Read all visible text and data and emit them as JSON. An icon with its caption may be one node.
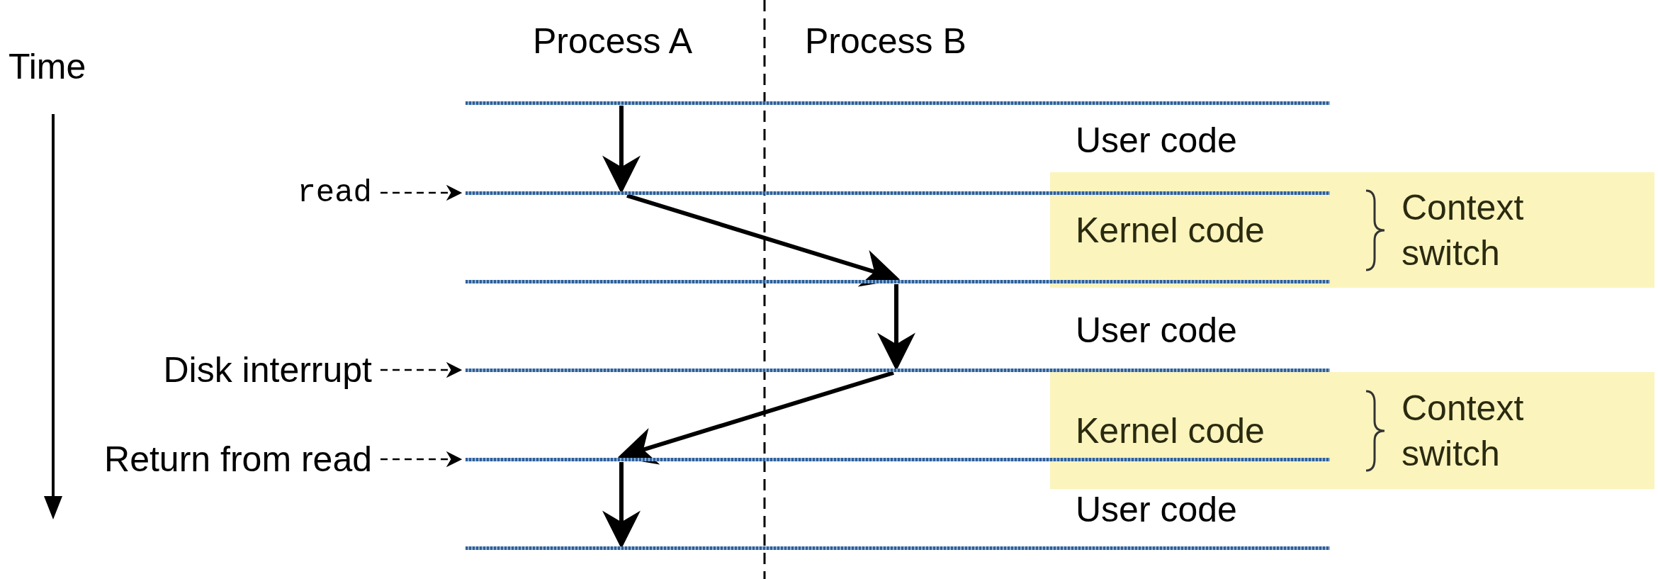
{
  "diagram": {
    "nodes": [
      {
        "text": [],
        "shape": "line"
      },
      {
        "text": [
          "read"
        ]
      },
      {
        "text": [],
        "shape": "line"
      },
      {
        "text": [
          "Kernel code",
          "Context switch"
        ]
      },
      {
        "text": [],
        "shape": "line"
      },
      {
        "text": [
          "Disk interrupt"
        ]
      },
      {
        "text": [],
        "shape": "line"
      },
      {
        "text": [
          "Kernel code",
          "Context switch"
        ]
      },
      {
        "text": [
          "Return from read"
        ]
      },
      {
        "text": [],
        "shape": "line"
      },
      {
        "text": [],
        "shape": "line"
      }
    ],
    "edges": [
      {
        "from": 0,
        "to": 2,
        "arrow": "to"
      },
      {
        "from": 2,
        "to": 4,
        "arrow": "to"
      },
      {
        "from": 4,
        "to": 6,
        "arrow": "to"
      },
      {
        "from": 6,
        "to": 9,
        "arrow": "to"
      },
      {
        "from": 9,
        "to": 10,
        "arrow": "to"
      },
      {
        "from": 1,
        "to": 2,
        "arrow": "to",
        "style": "dashed"
      },
      {
        "from": 5,
        "to": 6,
        "arrow": "to",
        "style": "dashed"
      },
      {
        "from": 8,
        "to": 9,
        "arrow": "to",
        "style": "dashed"
      }
    ],
    "labels": [
      "Time",
      "Process A",
      "Process B",
      "User code",
      "User code",
      "User code"
    ]
  }
}
